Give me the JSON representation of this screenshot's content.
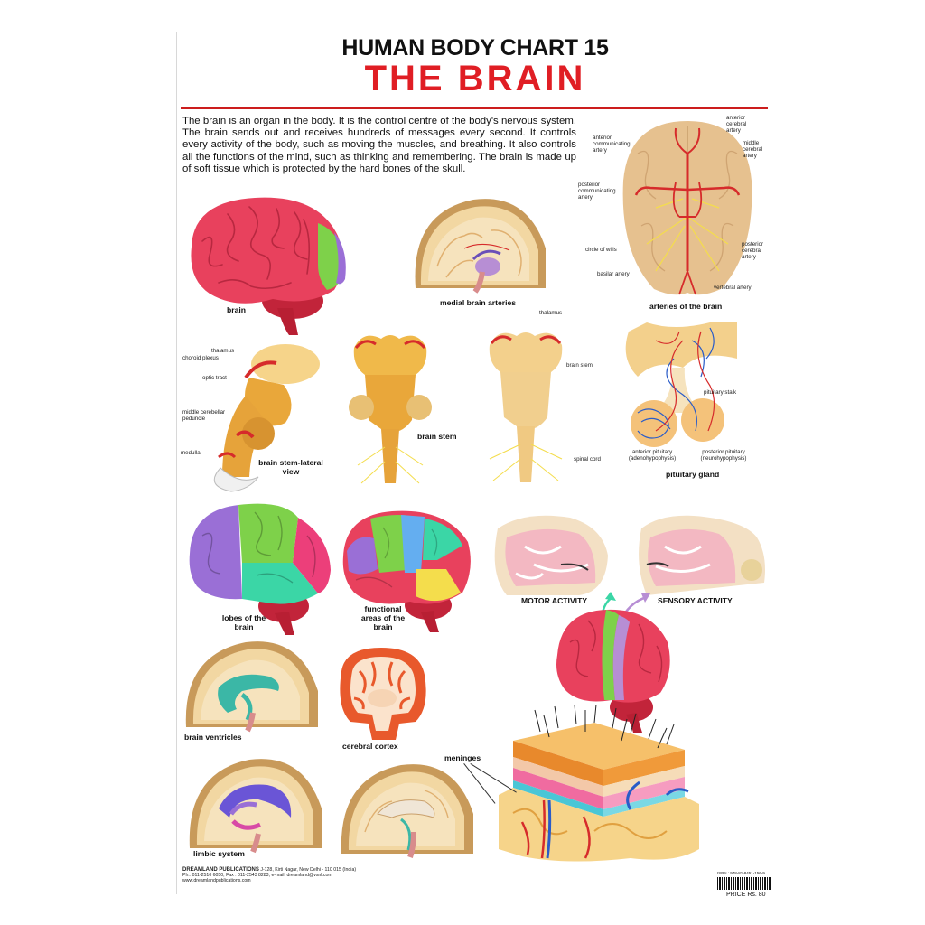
{
  "header": {
    "chart_number": "HUMAN BODY CHART 15",
    "title": "THE BRAIN"
  },
  "intro_text": "The brain is an organ in the body. It is the control centre of the body's nervous system. The brain sends out and receives hundreds of messages every second. It controls every activity of the body, such as moving the muscles, and breathing. It also controls all the functions of the mind, such as thinking and remembering. The brain is made up of soft tissue which is protected by the hard bones of the skull.",
  "figures": {
    "brain": "brain",
    "medial_arteries": "medial brain arteries",
    "arteries": "arteries of the brain",
    "stem_lateral": "brain stem-lateral view",
    "brain_stem": "brain stem",
    "pituitary": "pituitary gland",
    "lobes": "lobes of the brain",
    "functional": "functional areas of the brain",
    "motor": "MOTOR ACTIVITY",
    "sensory": "SENSORY ACTIVITY",
    "ventricles": "brain ventricles",
    "cortex": "cerebral cortex",
    "limbic": "limbic system",
    "meninges": "meninges"
  },
  "artery_labels": {
    "anterior_cerebral": "anterior cerebral artery",
    "anterior_communicating": "anterior communicating artery",
    "middle_cerebral": "middle cerebral artery",
    "posterior_communicating": "posterior communicating artery",
    "circle_of_willis": "circle of wills",
    "posterior_cerebral": "posterior cerebral artery",
    "basilar": "basilar artery",
    "vertebral": "vertebral artery"
  },
  "stem_labels": {
    "thalamus": "thalamus",
    "choroid_plexus": "choroid plexus",
    "optic_tract": "optic tract",
    "middle_cerebellar_peduncle": "middle cerebellar peduncle",
    "medulla": "medulla",
    "thalamus_2": "thalamus",
    "brain_stem": "brain stem",
    "spinal_cord": "spinal cord"
  },
  "pituitary_labels": {
    "stalk": "pituitary stalk",
    "anterior": "anterior pituitary (adenohypophysis)",
    "posterior": "posterior pituitary (neurohypophysis)"
  },
  "footer": {
    "publisher": "DREAMLAND PUBLICATIONS",
    "address": "J-128, Kirti Nagar, New Delhi - 110 015 (India)",
    "phone": "Ph.: 011-2510 6050, Fax : 011-2543 8283, e-mail: dreamland@vsnl.com",
    "website": "www.dreamlandpublications.com",
    "isbn": "ISBN : 978-81-8451-156-9",
    "price": "PRICE Rs. 80"
  },
  "colors": {
    "title_red": "#e01e24",
    "rule_red": "#cc1d1d",
    "brain_pink": "#e8415d",
    "brain_tan": "#e6c18f",
    "stem_gold": "#e9a73a",
    "lobe_purple": "#9a6fd6",
    "lobe_green": "#7ed14a",
    "lobe_cyan": "#3bd6a6",
    "lobe_pink": "#ec3f7a",
    "artery_red": "#d62b2b",
    "vein_blue": "#2a5cc8"
  }
}
